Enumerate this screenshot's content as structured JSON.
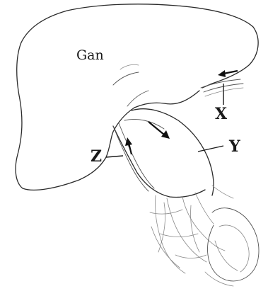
{
  "labels": {
    "organ": "Gan",
    "x": "X",
    "y": "Y",
    "z": "Z"
  }
}
